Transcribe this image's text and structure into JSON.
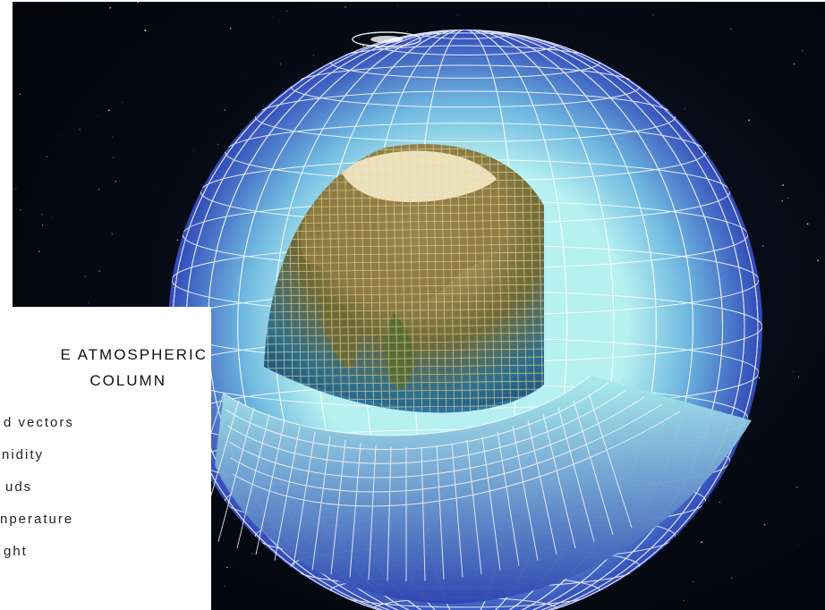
{
  "legend": {
    "title_line1": "E ATMOSPHERIC",
    "title_line2": "COLUMN",
    "items": [
      "d vectors",
      "nidity",
      "uds",
      "nperature",
      "ght"
    ]
  },
  "colors": {
    "space": "#05080f",
    "shell_outer": "#3d58c8",
    "shell_inner": "#8fe0e8",
    "grid": "#ffffff",
    "earth_grid": "#f3d98a",
    "ocean": "#1d5d8e",
    "land": "#8c7a48"
  }
}
